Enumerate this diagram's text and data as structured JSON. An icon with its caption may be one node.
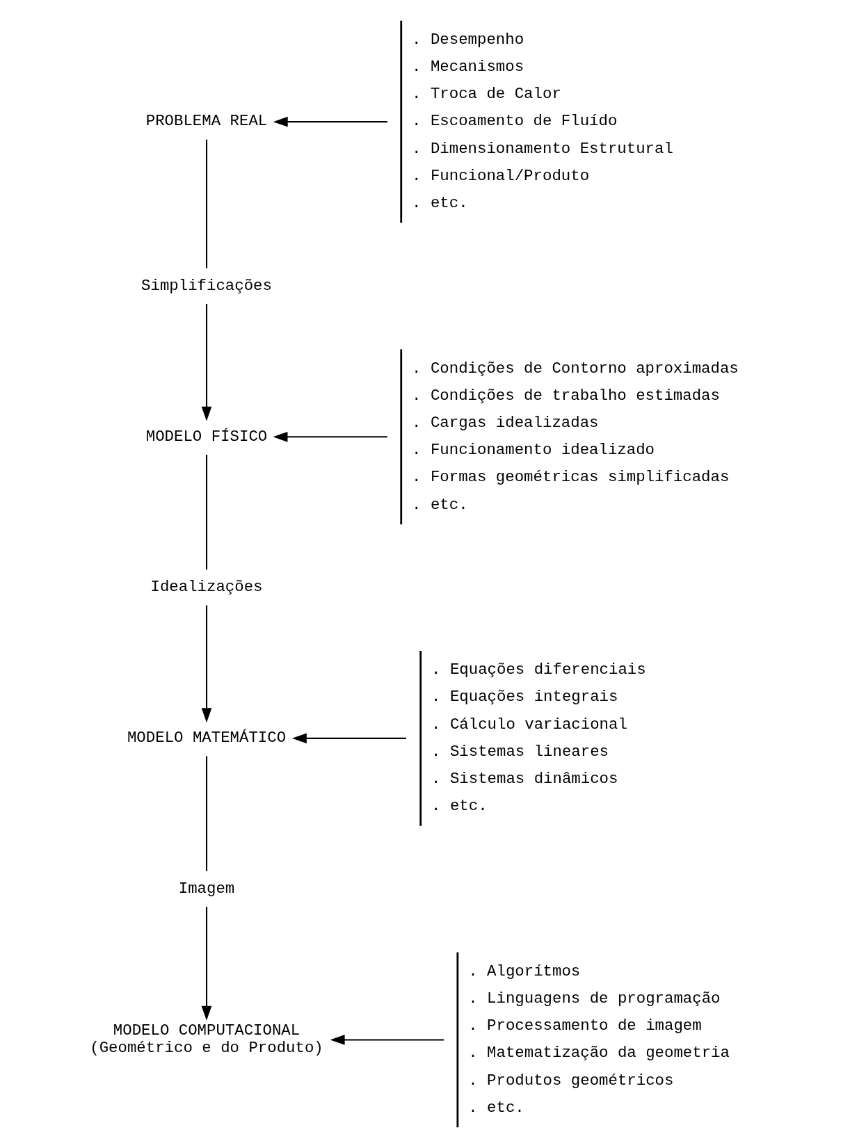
{
  "diagram": {
    "nodes": [
      {
        "text": [
          "PROBLEMA REAL"
        ]
      },
      {
        "text": [
          ". Desempenho",
          ". Mecanismos",
          ". Troca de Calor",
          ". Escoamento de Fluído",
          ". Dimensionamento Estrutural",
          ". Funcional/Produto",
          ". etc."
        ]
      },
      {
        "text": [
          "Simplificações"
        ]
      },
      {
        "text": [
          "MODELO FÍSICO"
        ]
      },
      {
        "text": [
          ". Condições de Contorno aproximadas",
          ". Condições de trabalho estimadas",
          ". Cargas idealizadas",
          ". Funcionamento idealizado",
          ". Formas geométricas simplificadas",
          ". etc."
        ]
      },
      {
        "text": [
          "Idealizações"
        ]
      },
      {
        "text": [
          "MODELO MATEMÁTICO"
        ]
      },
      {
        "text": [
          ". Equações diferenciais",
          ". Equações integrais",
          ". Cálculo variacional",
          ". Sistemas lineares",
          ". Sistemas dinâmicos",
          ". etc."
        ]
      },
      {
        "text": [
          "Imagem"
        ]
      },
      {
        "text": [
          "MODELO COMPUTACIONAL",
          "(Geométrico e do Produto)"
        ]
      },
      {
        "text": [
          ". Algorítmos",
          ". Linguagens de programação",
          ". Processamento de imagem",
          ". Matematização da geometria",
          ". Produtos geométricos",
          ". etc."
        ]
      }
    ],
    "edges": [
      {
        "from": 1,
        "to": 0,
        "arrow": "to"
      },
      {
        "from": 0,
        "to": 2,
        "arrow": "none"
      },
      {
        "from": 2,
        "to": 3,
        "arrow": "to"
      },
      {
        "from": 4,
        "to": 3,
        "arrow": "to"
      },
      {
        "from": 3,
        "to": 5,
        "arrow": "none"
      },
      {
        "from": 5,
        "to": 6,
        "arrow": "to"
      },
      {
        "from": 7,
        "to": 6,
        "arrow": "to"
      },
      {
        "from": 6,
        "to": 8,
        "arrow": "none"
      },
      {
        "from": 8,
        "to": 9,
        "arrow": "to"
      },
      {
        "from": 10,
        "to": 9,
        "arrow": "to"
      }
    ]
  }
}
